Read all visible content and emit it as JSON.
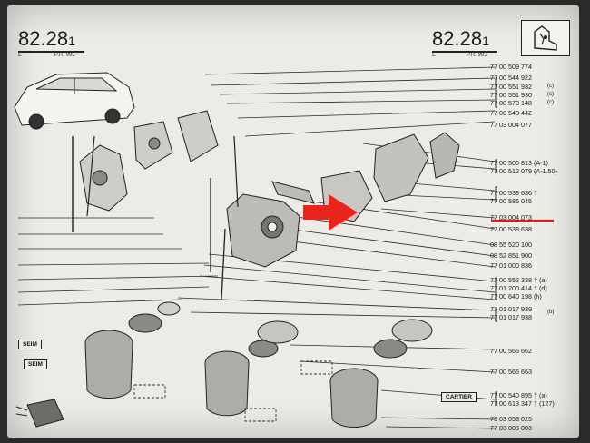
{
  "header": {
    "left_code": "82.28",
    "left_suffix": "1",
    "left_e": "E",
    "left_pr": "P.R. 995",
    "right_code": "82.28",
    "right_suffix": "1",
    "right_e": "E",
    "right_pr": "P.R. 995"
  },
  "parts": [
    {
      "number": "77 00 509 774",
      "note": ""
    },
    {
      "number": "77 00 544 922",
      "note": ""
    },
    {
      "number": "77 00 551 932",
      "note": "(c)"
    },
    {
      "number": "77 00 551 930",
      "note": "(c)"
    },
    {
      "number": "77 00 570 148",
      "note": "(c)"
    },
    {
      "number": "77 00 540 442",
      "note": ""
    },
    {
      "number": "77 03 004 077",
      "note": ""
    },
    {
      "number": "77 00 500 813 (A-1)",
      "note": ""
    },
    {
      "number": "77 00 512 079 (A-1.50)",
      "note": ""
    },
    {
      "number": "77 00 538 636 †",
      "note": ""
    },
    {
      "number": "77 00 586 045",
      "note": ""
    },
    {
      "number": "77 03 004 073",
      "note": ""
    },
    {
      "number": "77 00 538 638",
      "note": ""
    },
    {
      "number": "08 55 520 100",
      "note": ""
    },
    {
      "number": "08 52 851 900",
      "note": ""
    },
    {
      "number": "77 01 000 836",
      "note": ""
    },
    {
      "number": "77 00 552 338 † (a)",
      "note": ""
    },
    {
      "number": "77 01 200 414 † (d)",
      "note": ""
    },
    {
      "number": "77 00 640 198 (h)",
      "note": ""
    },
    {
      "number": "77 01 017 939",
      "note": "(b)"
    },
    {
      "number": "77 01 017 938",
      "note": ""
    },
    {
      "number": "77 00 565 662",
      "note": ""
    },
    {
      "number": "77 00 565 663",
      "note": ""
    },
    {
      "number": "77 00 540 895 † (a)",
      "note": ""
    },
    {
      "number": "77 00 613 347 † (127)",
      "note": ""
    },
    {
      "number": "79 03 053 025",
      "note": ""
    },
    {
      "number": "77 03 003 003",
      "note": ""
    }
  ],
  "highlight": {
    "part_number": "77 03 004 073",
    "arrow_color": "#e8241c",
    "underline_color": "#e01818"
  },
  "labels": {
    "seim_1": "SEIM",
    "seim_2": "SEIM",
    "cartier": "CARTIER"
  }
}
